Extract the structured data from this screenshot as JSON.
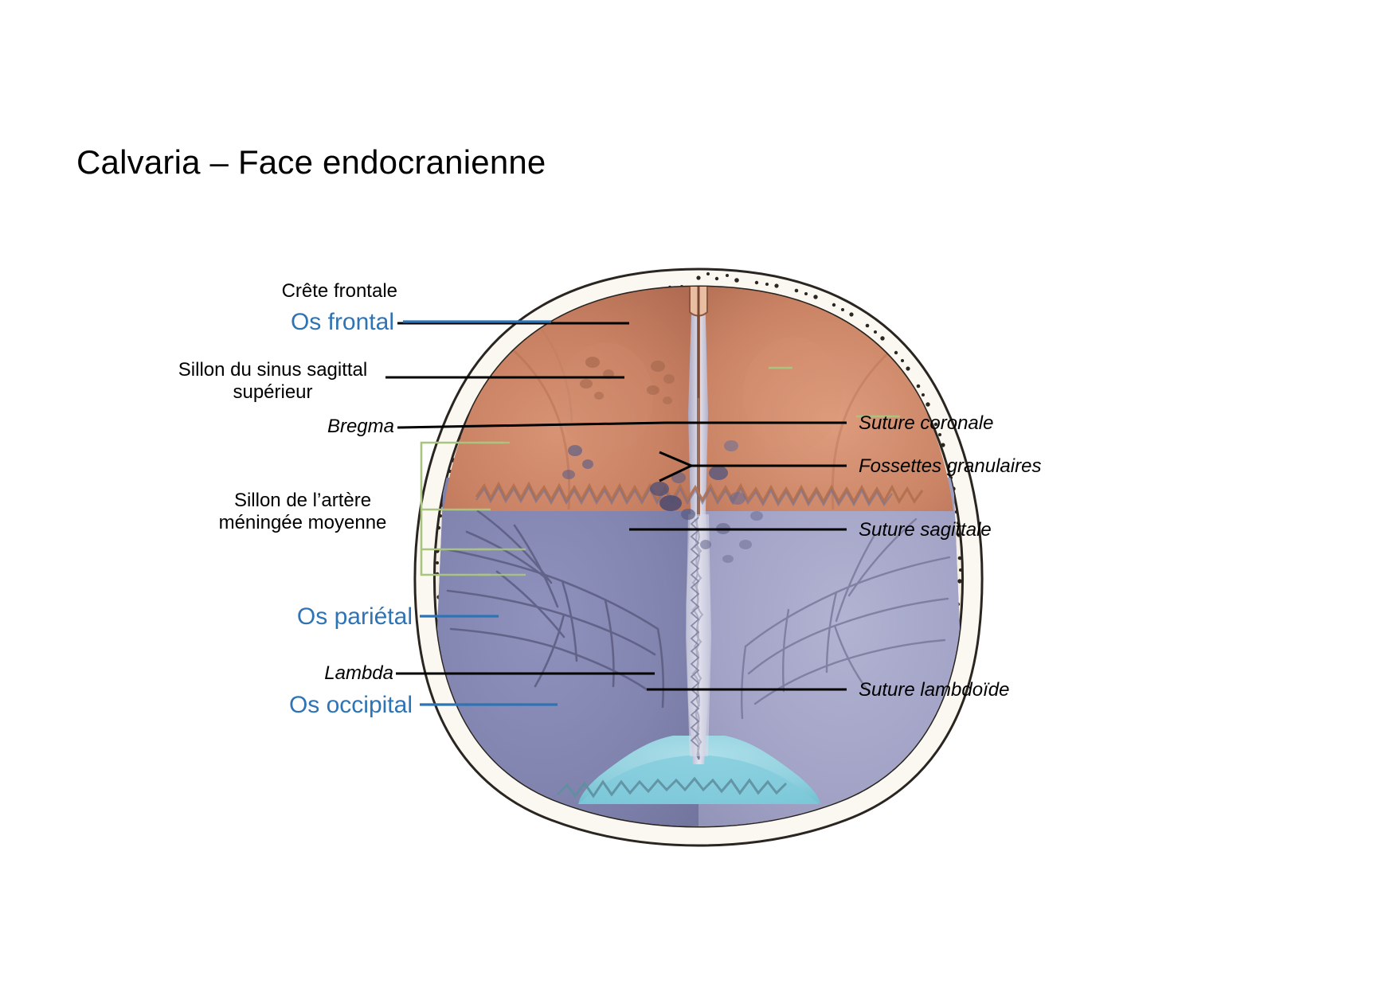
{
  "slide": {
    "title": "Calvaria – Face endocranienne",
    "background_color": "#FFFFFF"
  },
  "colors": {
    "accent_blue": "#2E74B5",
    "leader_black": "#000000",
    "bracket_green": "#A9C47F",
    "frontal_bone": "#C98163",
    "parietal_bone": "#8D90B8",
    "occipital_bone": "#8FD3E0",
    "diploe_edge": "#FBF7F0"
  },
  "labels": {
    "left": [
      {
        "id": "crete-frontale",
        "text": "Crête frontale",
        "style": "plain",
        "leader": "black"
      },
      {
        "id": "os-frontal",
        "text": "Os frontal",
        "style": "blue",
        "leader": "blue"
      },
      {
        "id": "sillon-sinus-1",
        "text": "Sillon du sinus sagittal",
        "style": "plain",
        "leader": "black"
      },
      {
        "id": "sillon-sinus-2",
        "text": "supérieur",
        "style": "plain",
        "leader": "none"
      },
      {
        "id": "bregma",
        "text": "Bregma",
        "style": "italic",
        "leader": "black"
      },
      {
        "id": "sillon-artere-1",
        "text": "Sillon de l’artère",
        "style": "plain",
        "leader": "green"
      },
      {
        "id": "sillon-artere-2",
        "text": "méningée moyenne",
        "style": "plain",
        "leader": "green"
      },
      {
        "id": "os-parietal",
        "text": "Os pariétal",
        "style": "blue",
        "leader": "blue"
      },
      {
        "id": "lambda",
        "text": "Lambda",
        "style": "italic",
        "leader": "black"
      },
      {
        "id": "os-occipital",
        "text": "Os occipital",
        "style": "blue",
        "leader": "blue"
      }
    ],
    "right": [
      {
        "id": "suture-coronale",
        "text": "Suture coronale",
        "style": "italic",
        "leader": "black"
      },
      {
        "id": "fossettes-granulaires",
        "text": "Fossettes granulaires",
        "style": "italic",
        "leader": "black"
      },
      {
        "id": "suture-sagittale",
        "text": "Suture sagittale",
        "style": "italic",
        "leader": "black"
      },
      {
        "id": "suture-lambdoide",
        "text": "Suture lambdoïde",
        "style": "italic",
        "leader": "black"
      }
    ]
  },
  "figure": {
    "description": "Vue endocranienne de la calvaria",
    "regions": [
      {
        "name": "os-frontal-region",
        "color": "#C98163"
      },
      {
        "name": "os-parietal-region",
        "color": "#8D90B8"
      },
      {
        "name": "os-occipital-region",
        "color": "#8FD3E0"
      }
    ]
  }
}
